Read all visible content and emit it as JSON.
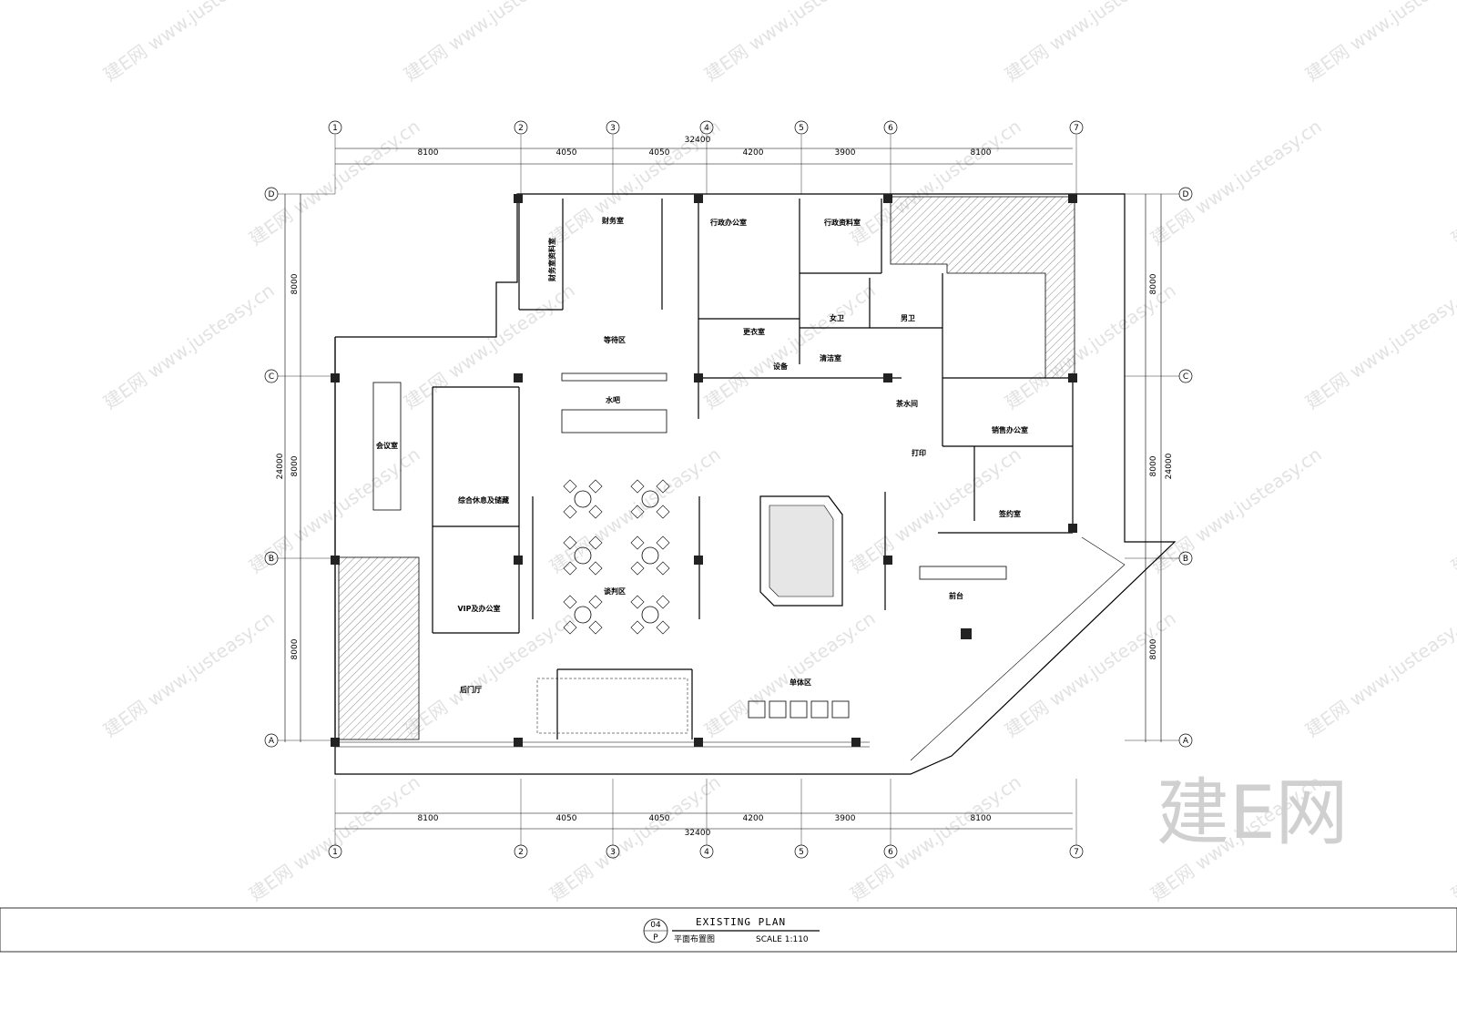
{
  "drawing": {
    "title_en": "EXISTING PLAN",
    "title_cn": "平面布置图",
    "scale": "SCALE 1:110",
    "sheet_number": "04",
    "sheet_letter": "P"
  },
  "grid_axes": {
    "columns": [
      "1",
      "2",
      "3",
      "4",
      "5",
      "6",
      "7"
    ],
    "rows": [
      "D",
      "C",
      "B",
      "A"
    ]
  },
  "dimensions": {
    "horizontal_segments": [
      "8100",
      "4050",
      "4050",
      "4200",
      "3900",
      "8100"
    ],
    "horizontal_total": "32400",
    "vertical_segments": [
      "8000",
      "8000",
      "8000"
    ],
    "vertical_total": "24000"
  },
  "rooms": {
    "finance_archive": "财务室资料室",
    "finance": "财务室",
    "admin_office": "行政办公室",
    "admin_archive": "行政资料室",
    "waiting": "等待区",
    "women_wc": "女卫",
    "men_wc": "男卫",
    "locker": "更衣室",
    "equipment": "设备",
    "cleaning": "清洁室",
    "water_bar": "水吧",
    "meeting": "会议室",
    "lounge_storage": "综合休息及储藏",
    "pantry": "茶水间",
    "sales_office": "销售办公室",
    "print": "打印",
    "contract": "签约室",
    "negotiation": "谈判区",
    "vip_office": "VIP及办公室",
    "reception": "前台",
    "back_hall": "后门厅",
    "unit_area": "单体区"
  },
  "watermark": {
    "text": "建E网 www.justeasy.cn",
    "logo": "建E网"
  }
}
